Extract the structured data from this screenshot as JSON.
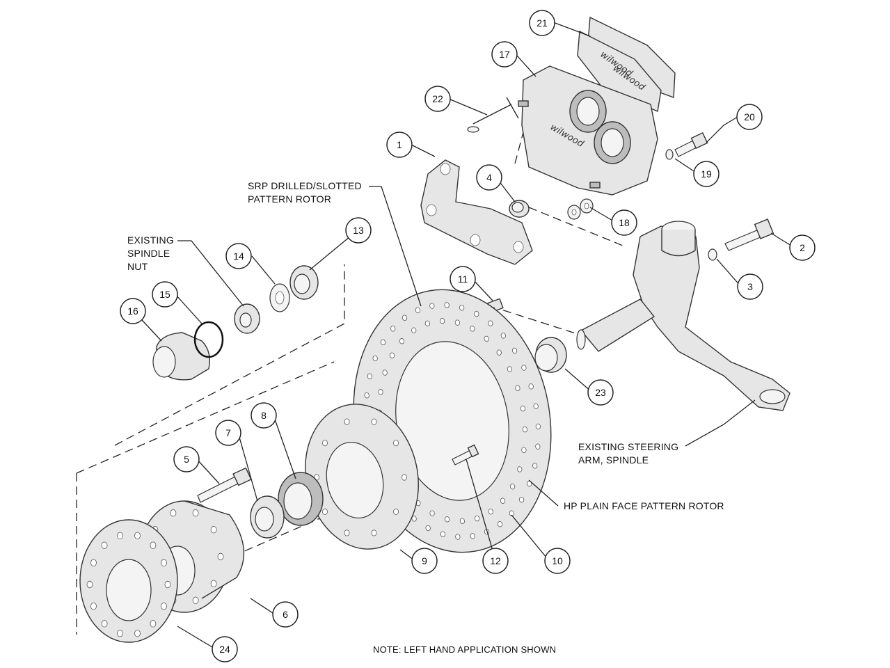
{
  "callouts": [
    "1",
    "2",
    "3",
    "4",
    "5",
    "6",
    "7",
    "8",
    "9",
    "10",
    "11",
    "12",
    "13",
    "14",
    "15",
    "16",
    "17",
    "18",
    "19",
    "20",
    "21",
    "22",
    "23",
    "24"
  ],
  "labels": {
    "srp_line1": "SRP DRILLED/SLOTTED",
    "srp_line2": "PATTERN ROTOR",
    "existing_spindle_nut_line1": "EXISTING",
    "existing_spindle_nut_line2": "SPINDLE",
    "existing_spindle_nut_line3": "NUT",
    "steering_line1": "EXISTING STEERING",
    "steering_line2": "ARM, SPINDLE",
    "hp_rotor": "HP PLAIN FACE PATTERN ROTOR",
    "note": "NOTE: LEFT HAND APPLICATION SHOWN"
  },
  "branding": {
    "pad_logo": "wilwood",
    "caliper_logo": "wilwood"
  }
}
